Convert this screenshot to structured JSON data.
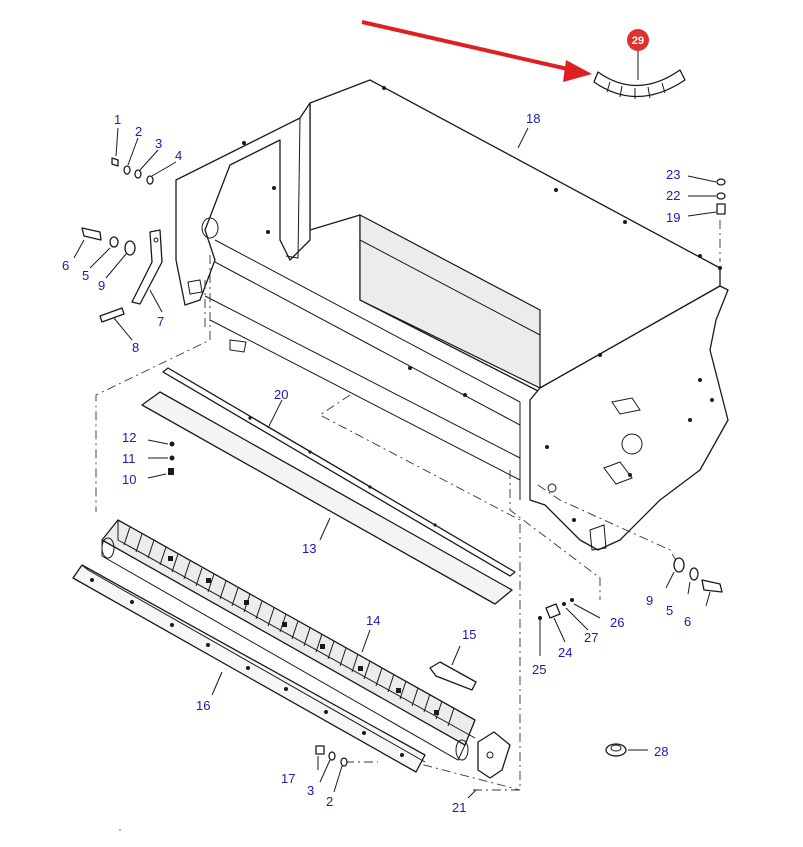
{
  "callouts": {
    "c1": "1",
    "c2a": "2",
    "c3a": "3",
    "c4": "4",
    "c6a": "6",
    "c5a": "5",
    "c9a": "9",
    "c7": "7",
    "c8": "8",
    "c18": "18",
    "c23": "23",
    "c22": "22",
    "c19": "19",
    "c20": "20",
    "c12": "12",
    "c11": "11",
    "c10": "10",
    "c13": "13",
    "c14": "14",
    "c15": "15",
    "c16": "16",
    "c9b": "9",
    "c5b": "5",
    "c6b": "6",
    "c24": "24",
    "c25": "25",
    "c26": "26",
    "c27": "27",
    "c28": "28",
    "c17": "17",
    "c3b": "3",
    "c2b": "2",
    "c21": "21",
    "c29": "29"
  },
  "colors": {
    "callout": "#1a1ab4",
    "arrow": "#e02020",
    "badge": "#e03030",
    "line": "#1a1a1a"
  }
}
